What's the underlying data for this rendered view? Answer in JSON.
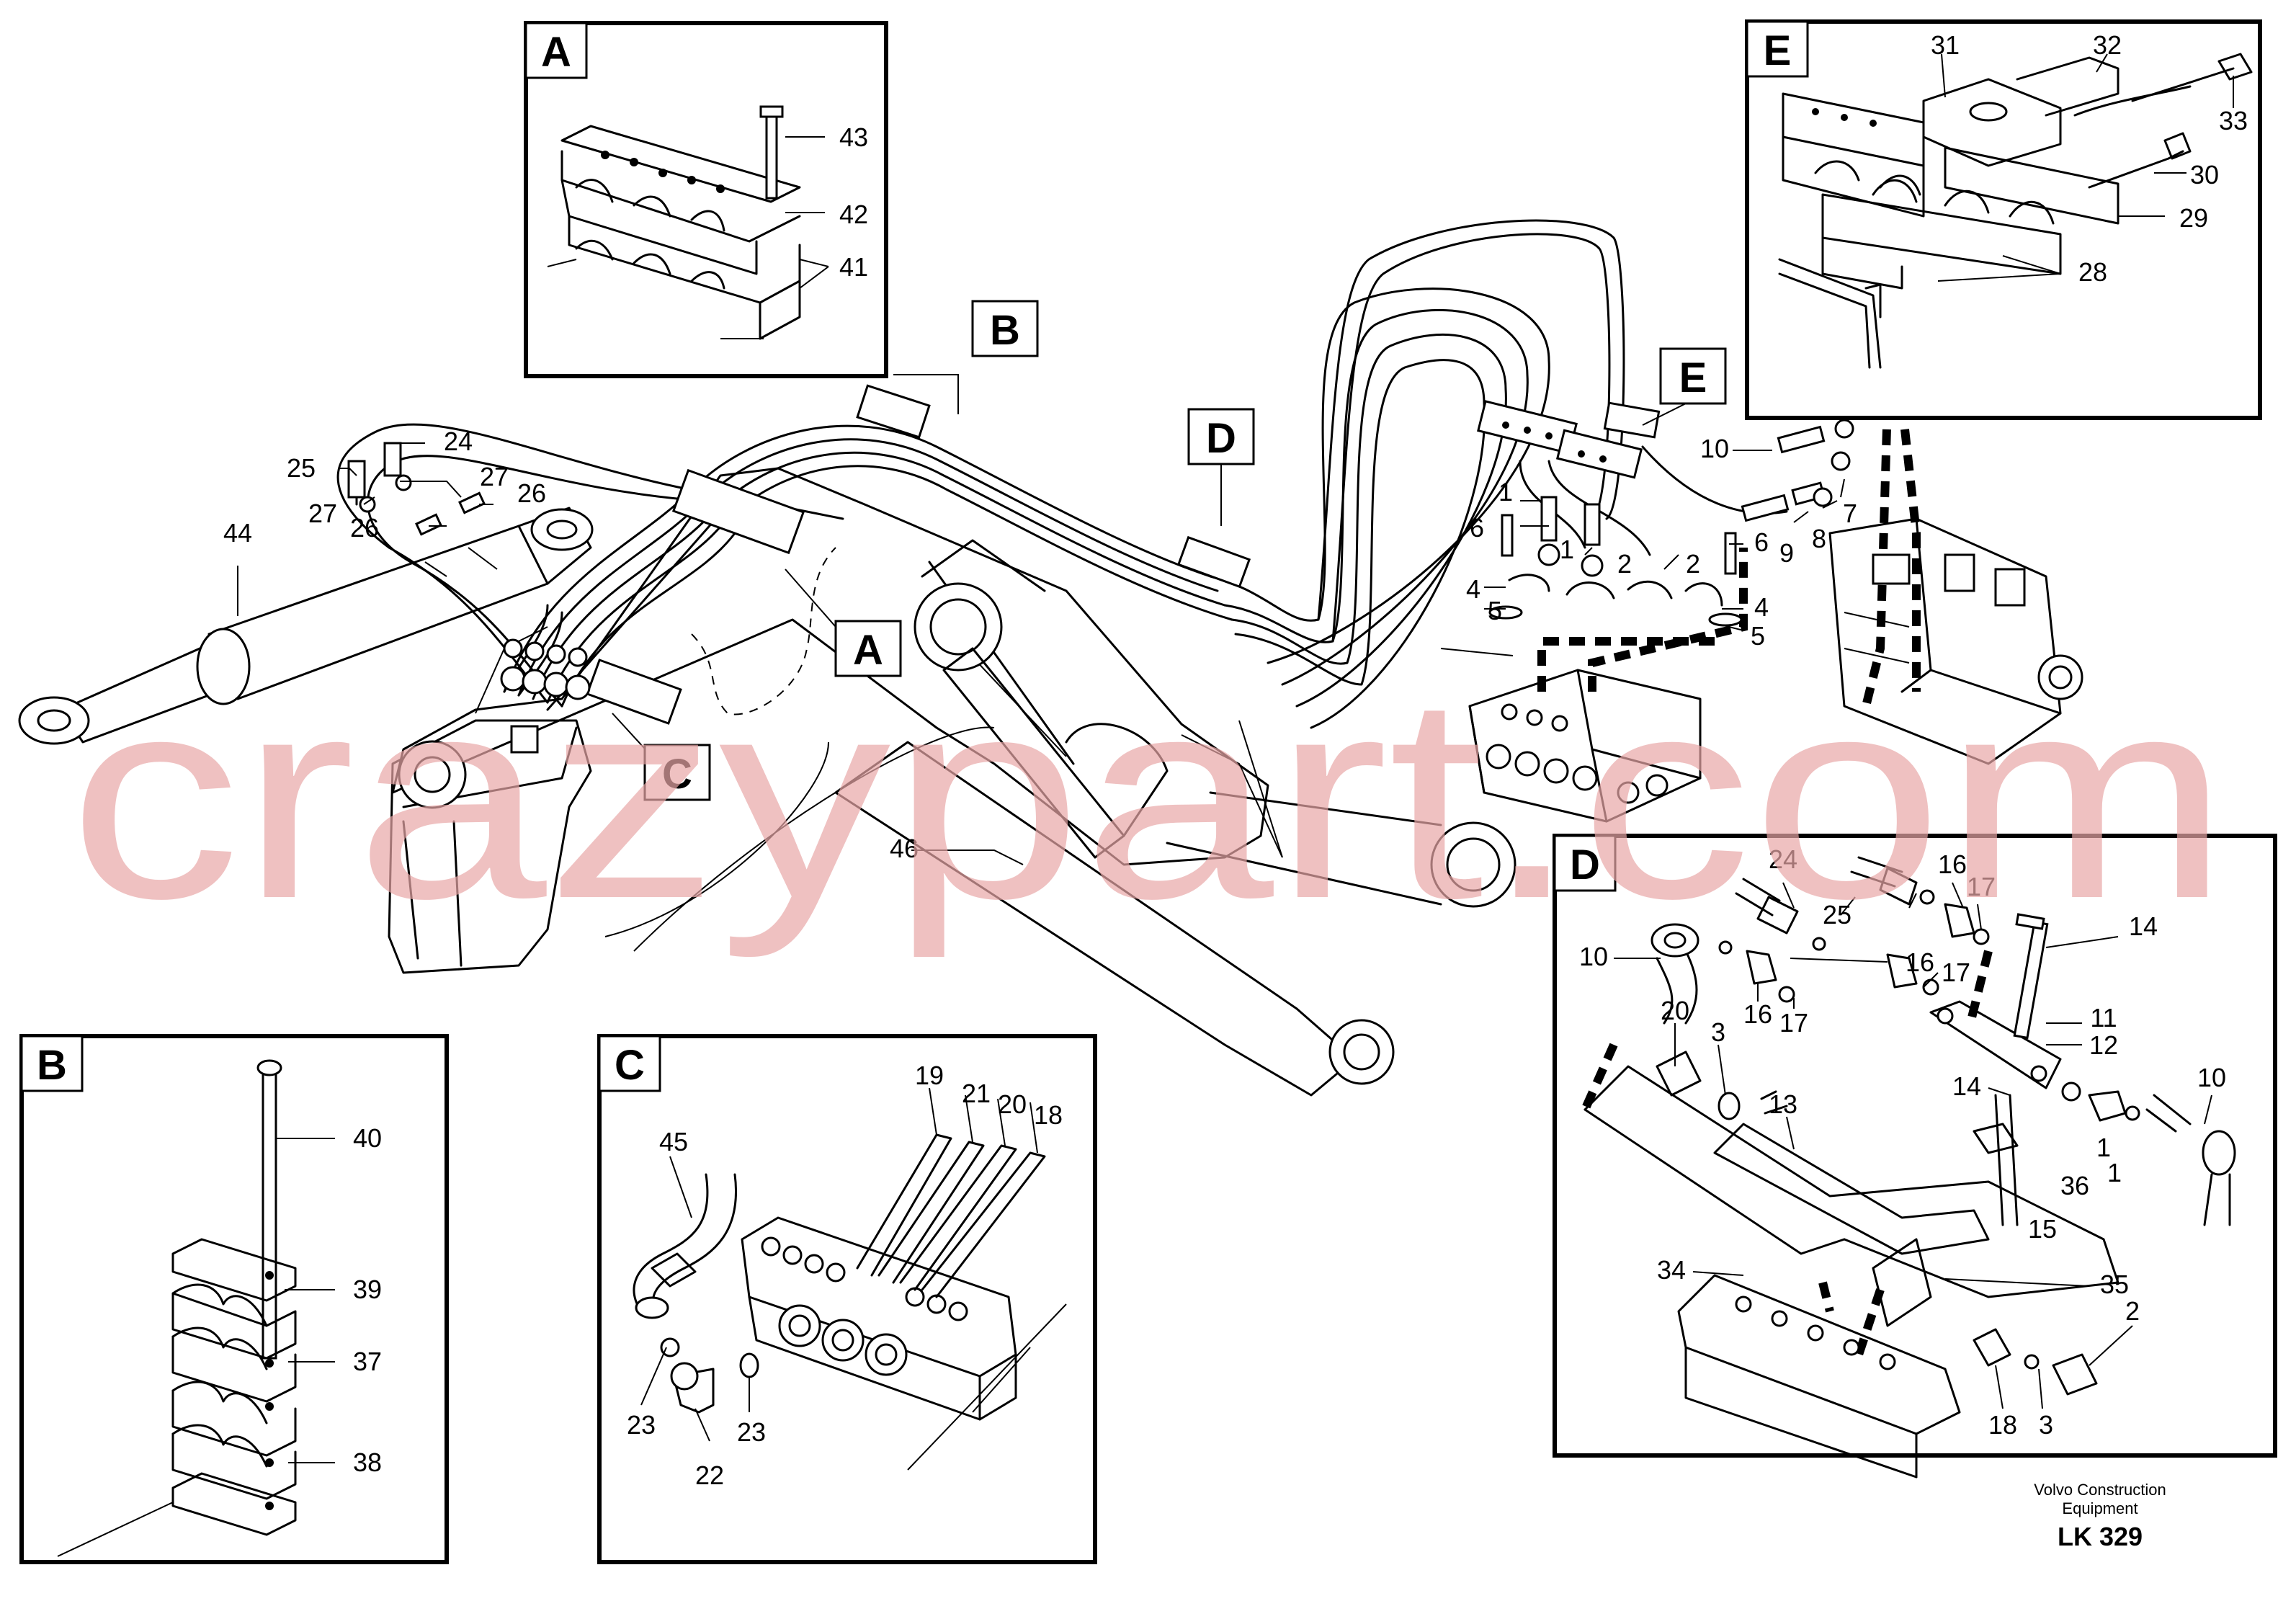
{
  "watermark": "crazypart.com",
  "footer": {
    "company_line1": "Volvo Construction",
    "company_line2": "Equipment",
    "code": "LK 329"
  },
  "callouts": {
    "A": "A",
    "B": "B",
    "C": "C",
    "D": "D",
    "E": "E",
    "main_A": "A",
    "main_B": "B",
    "main_C": "C",
    "main_D": "D",
    "main_E": "E"
  },
  "labels": {
    "n44": "44",
    "n25": "25",
    "n24": "24",
    "n27a": "27",
    "n27b": "27",
    "n26a": "26",
    "n26b": "26",
    "n46": "46",
    "n1a": "1",
    "n1b": "1",
    "n2a": "2",
    "n2b": "2",
    "n6a": "6",
    "n6b": "6",
    "n4a": "4",
    "n4b": "4",
    "n5a": "5",
    "n5b": "5",
    "n10": "10",
    "n9": "9",
    "n8": "8",
    "n7": "7",
    "A43": "43",
    "A42": "42",
    "A41": "41",
    "E31": "31",
    "E32": "32",
    "E33": "33",
    "E30": "30",
    "E29": "29",
    "E28": "28",
    "B40": "40",
    "B39": "39",
    "B37": "37",
    "B38": "38",
    "C45": "45",
    "C19": "19",
    "C21": "21",
    "C20": "20",
    "C18": "18",
    "C23a": "23",
    "C23b": "23",
    "C22": "22",
    "D24": "24",
    "D25": "25",
    "D16a": "16",
    "D17a": "17",
    "D14a": "14",
    "D10a": "10",
    "D16b": "16",
    "D17b": "17",
    "D16c": "16",
    "D17c": "17",
    "D20": "20",
    "D3a": "3",
    "D11": "11",
    "D12": "12",
    "D14b": "14",
    "D13": "13",
    "D10b": "10",
    "D1a": "1",
    "D1b": "1",
    "D15": "15",
    "D36": "36",
    "D34": "34",
    "D35": "35",
    "D2": "2",
    "D18": "18",
    "D3b": "3"
  }
}
